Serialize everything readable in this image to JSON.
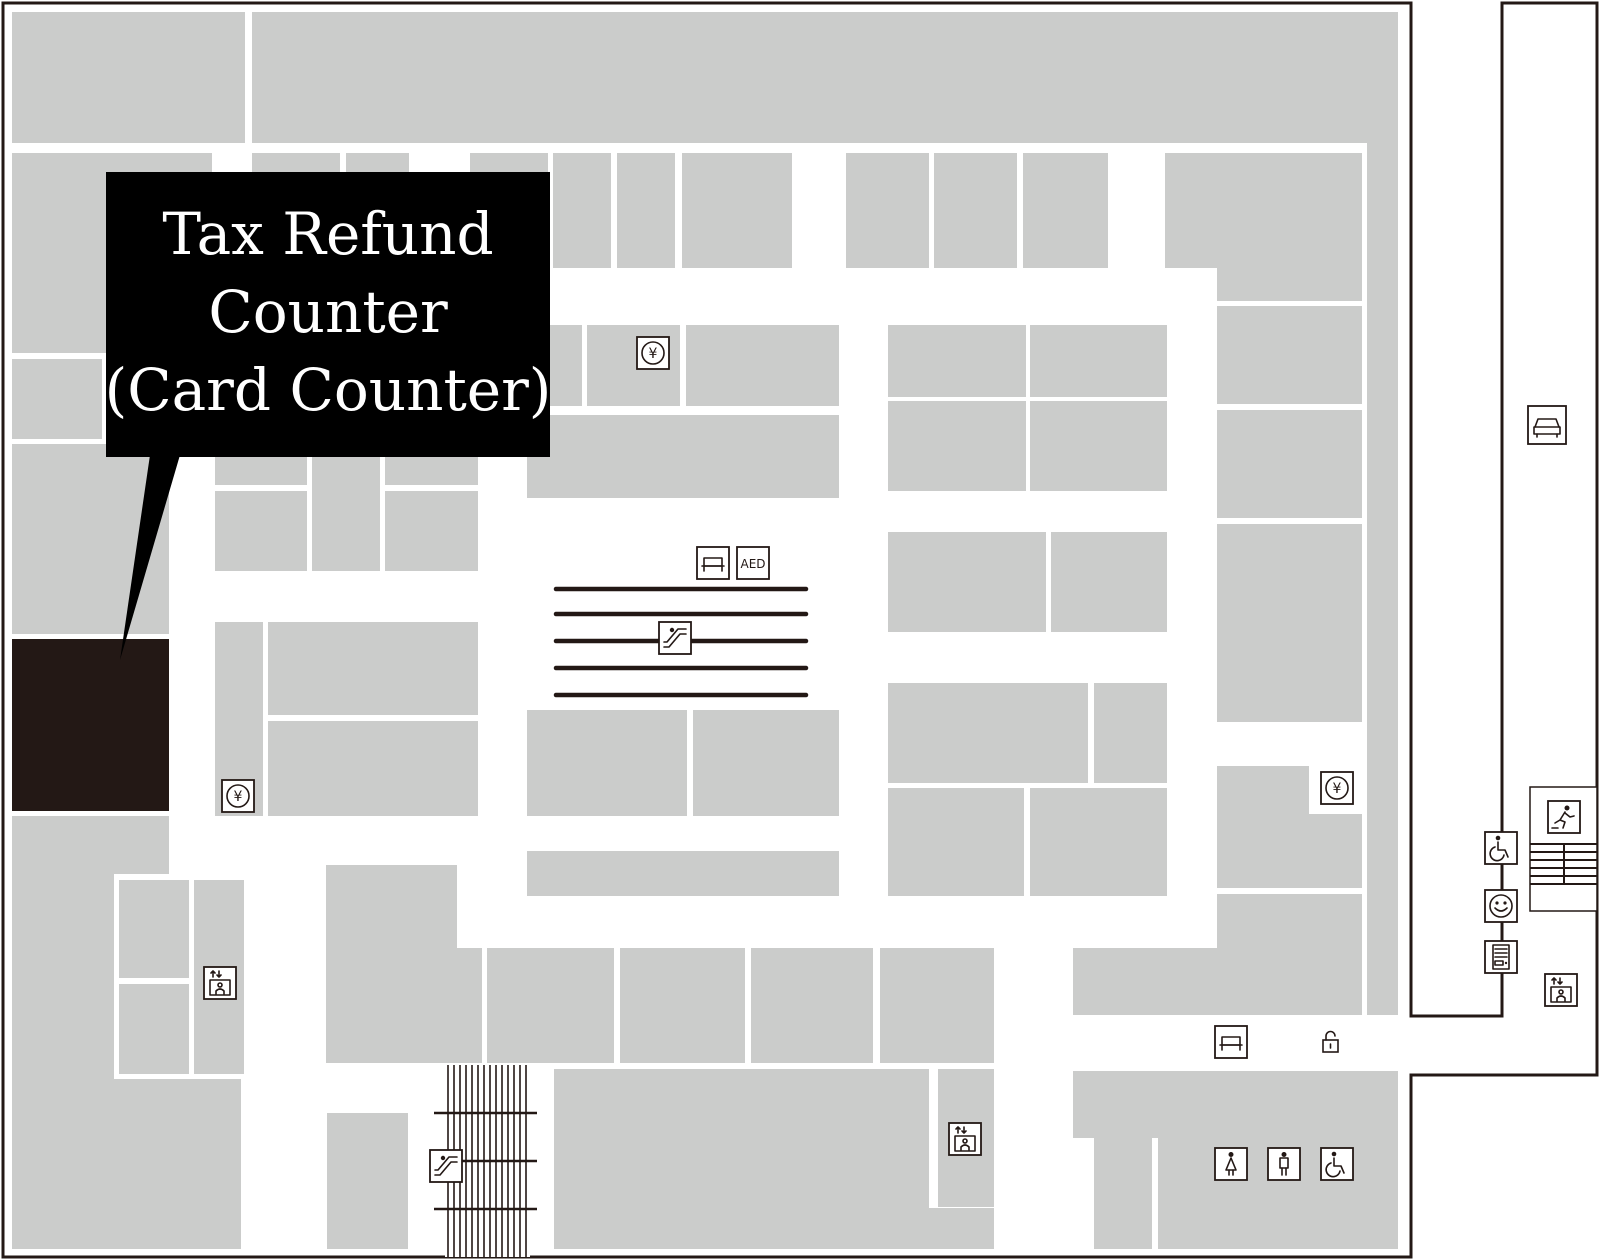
{
  "callout": {
    "lines": [
      "Tax Refund",
      "Counter",
      "(Card Counter)"
    ]
  },
  "colors": {
    "shop": "#cbcccb",
    "highlight": "#231815",
    "wall": "#231815",
    "background": "#ffffff"
  },
  "icons": {
    "aed_label": "AED",
    "currency_glyph": "¥",
    "list": [
      "currency-exchange-icon",
      "rest-area-icon",
      "aed-icon",
      "escalator-icon",
      "elevator-icon",
      "taxi-icon",
      "emergency-exit-icon",
      "wheelchair-icon",
      "information-icon",
      "vending-machine-icon",
      "locker-icon",
      "womens-restroom-icon",
      "mens-restroom-icon",
      "accessible-restroom-icon"
    ]
  }
}
